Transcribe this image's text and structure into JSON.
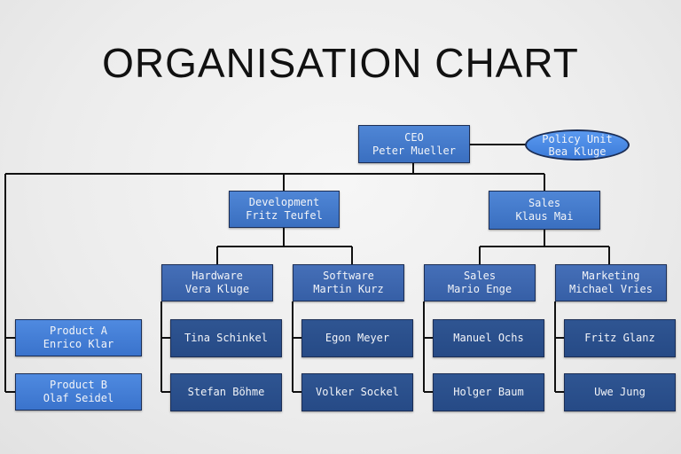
{
  "title": "ORGANISATION CHART",
  "ceo": {
    "role": "CEO",
    "name": "Peter Mueller"
  },
  "policy": {
    "role": "Policy Unit",
    "name": "Bea Kluge"
  },
  "development": {
    "role": "Development",
    "name": "Fritz Teufel"
  },
  "sales": {
    "role": "Sales",
    "name": "Klaus Mai"
  },
  "hardware": {
    "role": "Hardware",
    "name": "Vera Kluge"
  },
  "software": {
    "role": "Software",
    "name": "Martin Kurz"
  },
  "sales_team": {
    "role": "Sales",
    "name": "Mario Enge"
  },
  "marketing": {
    "role": "Marketing",
    "name": "Michael Vries"
  },
  "product_a": {
    "role": "Product A",
    "name": "Enrico Klar"
  },
  "product_b": {
    "role": "Product B",
    "name": "Olaf Seidel"
  },
  "staff": {
    "hardware": [
      "Tina Schinkel",
      "Stefan Böhme"
    ],
    "software": [
      "Egon Meyer",
      "Volker Sockel"
    ],
    "sales": [
      "Manuel Ochs",
      "Holger Baum"
    ],
    "marketing": [
      "Fritz Glanz",
      "Uwe Jung"
    ]
  },
  "colors": {
    "line": "#111111",
    "box_border": "#1c2e55"
  }
}
